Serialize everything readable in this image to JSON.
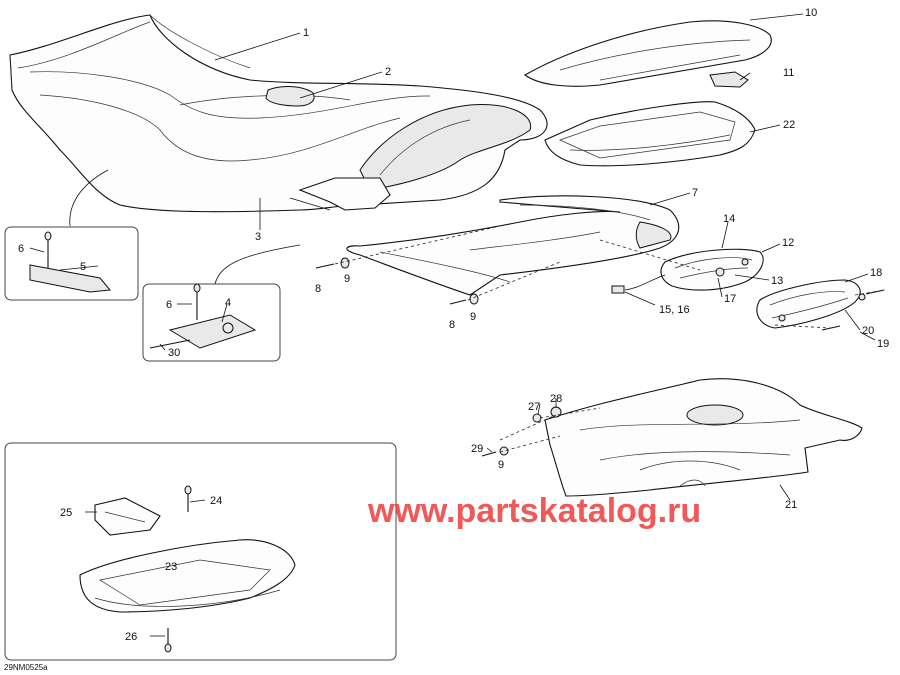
{
  "callouts": {
    "c1": "1",
    "c2": "2",
    "c3": "3",
    "c4": "4",
    "c5": "5",
    "c6a": "6",
    "c6b": "6",
    "c7": "7",
    "c8a": "8",
    "c8b": "8",
    "c9a": "9",
    "c9b": "9",
    "c9c": "9",
    "c10": "10",
    "c11": "11",
    "c12": "12",
    "c13": "13",
    "c14": "14",
    "c15_16": "15, 16",
    "c17": "17",
    "c18": "18",
    "c19": "19",
    "c20": "20",
    "c21": "21",
    "c22": "22",
    "c23": "23",
    "c24": "24",
    "c25": "25",
    "c26": "26",
    "c27": "27",
    "c28": "28",
    "c29": "29",
    "c30": "30"
  },
  "watermark": "www.partskatalog.ru",
  "drawing_code": "29NM0525a"
}
